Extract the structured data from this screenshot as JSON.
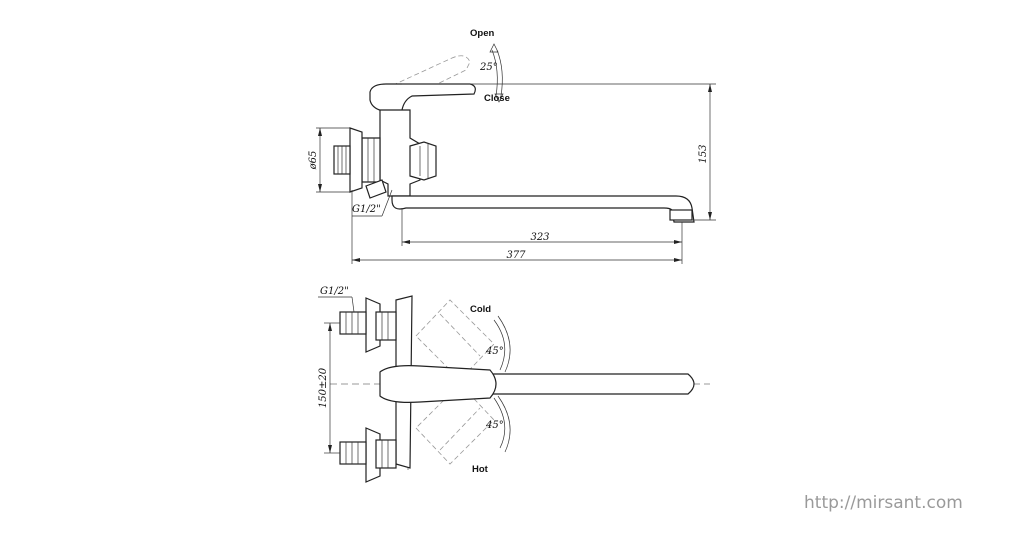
{
  "labels": {
    "open": "Open",
    "close": "Close",
    "cold": "Cold",
    "hot": "Hot"
  },
  "dimensions": {
    "height": "153",
    "spout_length": "323",
    "total_length": "377",
    "flange_diameter": "ø65",
    "thread_side": "G1/2\"",
    "thread_top": "G1/2\"",
    "center_distance": "150±20",
    "lever_angle": "25°",
    "rotation_cold": "45°",
    "rotation_hot": "45°"
  },
  "watermark": "http://mirsant.com"
}
